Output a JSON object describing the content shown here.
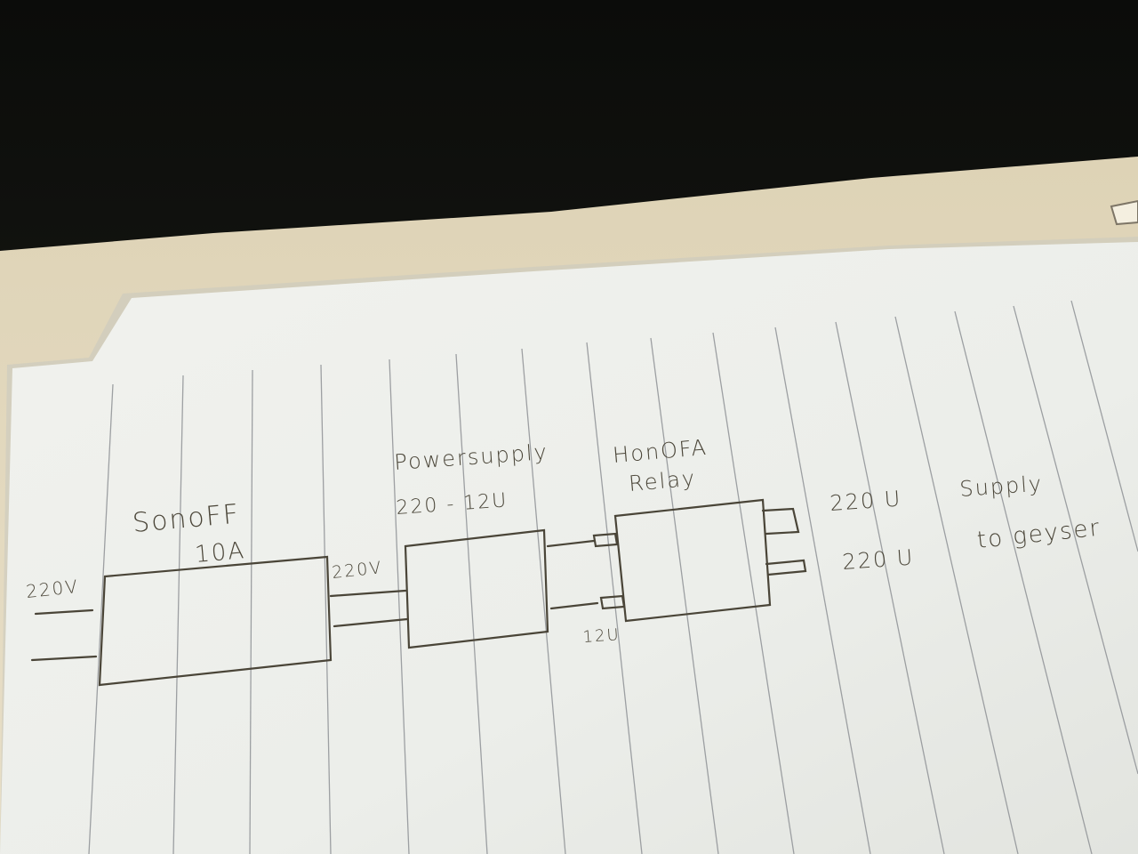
{
  "labels": {
    "sonoff_line1": "SonoFF",
    "sonoff_line2": "10A",
    "input_voltage": "220V",
    "link_voltage": "220V",
    "psu_line1": "Powersupply",
    "psu_line2": "220 - 12U",
    "relay_line1": "HonOFA",
    "relay_line2": "Relay",
    "relay_input": "12U",
    "out1_voltage": "220 U",
    "out1_desc": "Supply",
    "out2_voltage": "220 U",
    "out2_desc": "to geyser"
  },
  "colors": {
    "pencil": "#4a4538",
    "paper": "#eeefeb",
    "paper_shadow": "#d7d8d2",
    "rule_line": "#8c8f93",
    "cardboard": "#e3d8be"
  }
}
